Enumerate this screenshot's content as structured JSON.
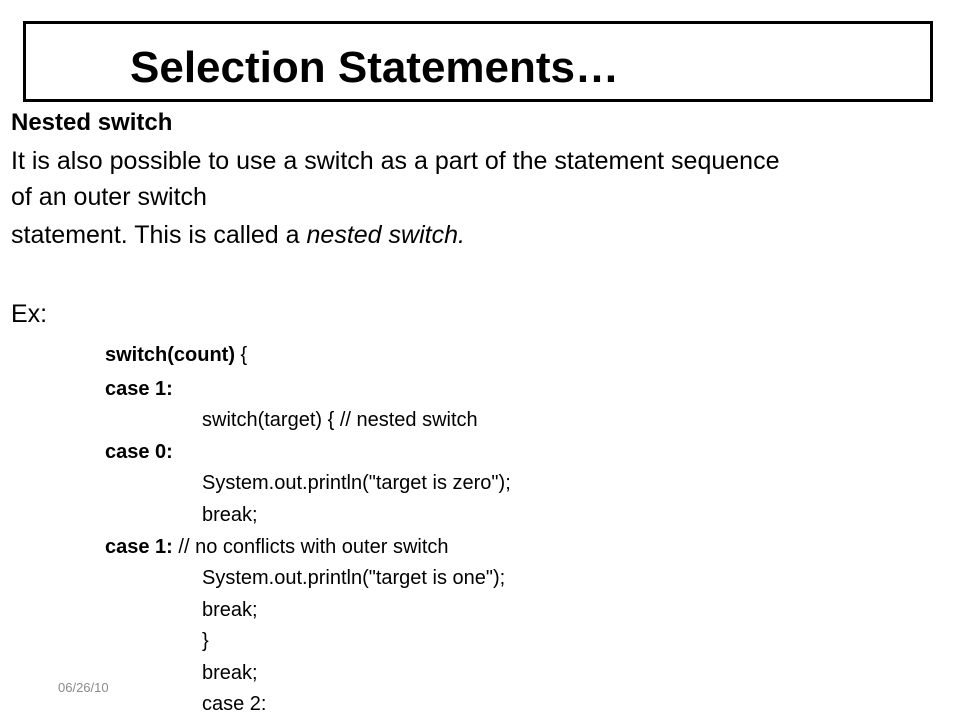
{
  "slide": {
    "title": "Selection Statements…",
    "heading": "Nested switch",
    "line1": "It is also possible to use a switch as a part of the statement sequence",
    "line2": "of an outer switch",
    "line3_prefix": "statement. This is called a ",
    "line3_italic": "nested switch.",
    "ex_label": "Ex:",
    "code": {
      "l1_bold": "switch(count)",
      "l1_rest": " {",
      "l2": "case 1:",
      "l3": "switch(target) { // nested switch",
      "l4": "case 0:",
      "l5": "System.out.println(\"target is zero\");",
      "l6": "break;",
      "l7_bold": "case 1:",
      "l7_rest": " // no conflicts with outer switch",
      "l8": "System.out.println(\"target is one\");",
      "l9": "break;",
      "l10": "}",
      "l11": "break;",
      "l12": "case 2:"
    },
    "date": "06/26/10"
  }
}
